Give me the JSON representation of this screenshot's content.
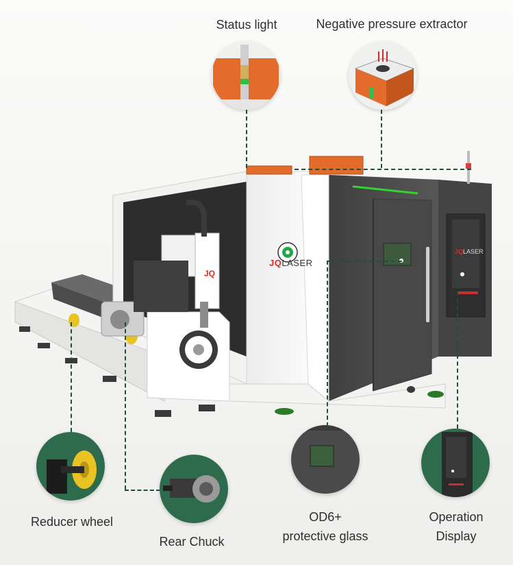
{
  "callouts": {
    "status_light": "Status light",
    "extractor": "Negative pressure extractor",
    "reducer_wheel": "Reducer wheel",
    "rear_chuck": "Rear Chuck",
    "glass_line1": "OD6+",
    "glass_line2": "protective glass",
    "display_line1": "Operation",
    "display_line2": "Display"
  },
  "branding": {
    "logo_mark": "JQ",
    "logo_text": "LASER",
    "panel_mark": "JQ",
    "panel_text": "LASER"
  },
  "colors": {
    "accent_green": "#1d4f3a",
    "orange": "#e36b2c",
    "machine_dark": "#4a4a4a",
    "machine_white": "#ffffff",
    "status_green": "#32d232"
  }
}
